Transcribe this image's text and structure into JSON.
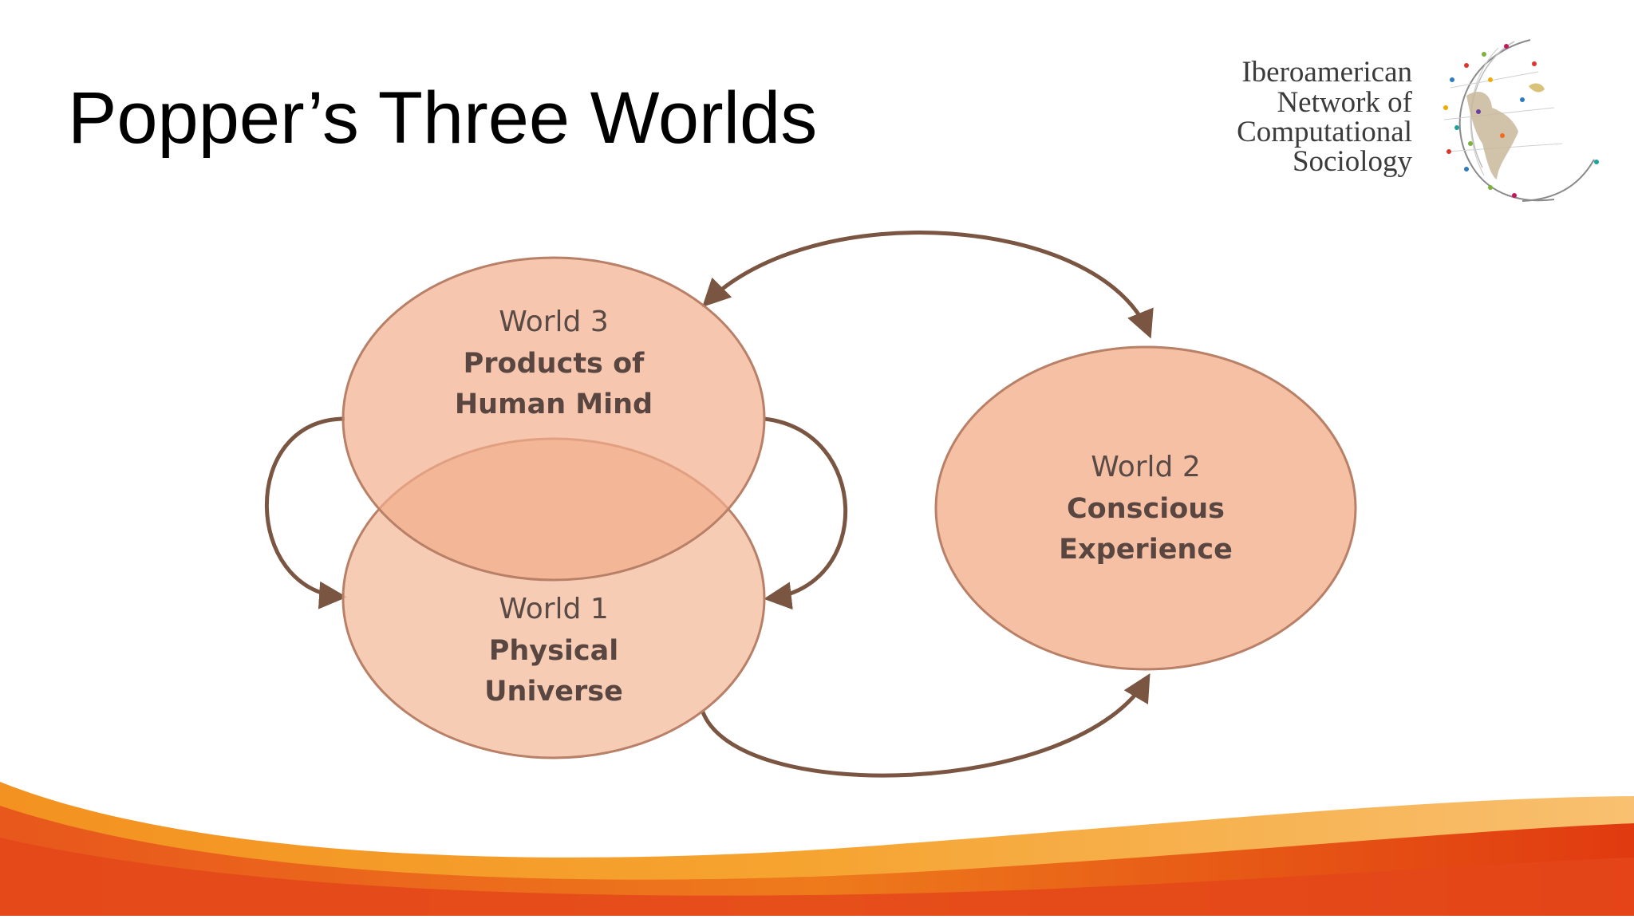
{
  "slide": {
    "title": "Popper’s Three Worlds"
  },
  "logo": {
    "lines": [
      "Iberoamerican",
      "Network of",
      "Computational",
      "Sociology"
    ],
    "icon": "globe-network-icon"
  },
  "diagram": {
    "world3": {
      "number": "World 3",
      "name_line1": "Products of",
      "name_line2": "Human Mind"
    },
    "world1": {
      "number": "World 1",
      "name_line1": "Physical",
      "name_line2": "Universe"
    },
    "world2": {
      "number": "World 2",
      "name_line1": "Conscious",
      "name_line2": "Experience"
    }
  },
  "colors": {
    "ellipse_fill": "#F5C3A8",
    "ellipse_stroke": "#B98068",
    "arrow": "#7A5542",
    "wave_orange": "#F39220",
    "wave_red": "#E03A10"
  }
}
